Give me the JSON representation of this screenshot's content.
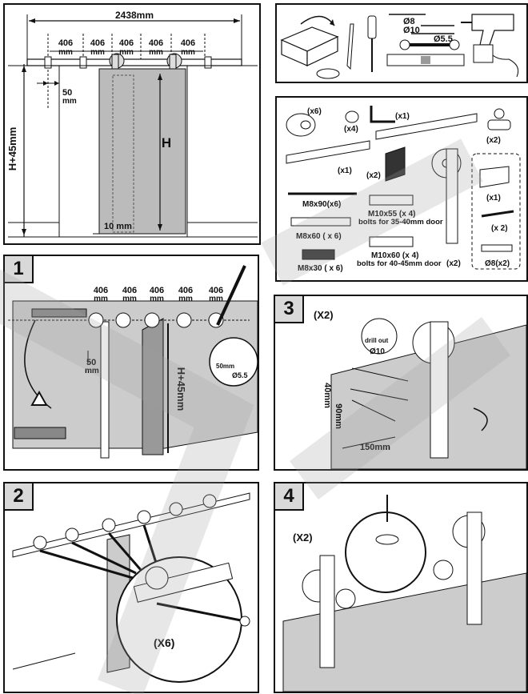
{
  "panel_a": {
    "total_width": "2438mm",
    "spacings": [
      "406",
      "406",
      "406",
      "406",
      "406"
    ],
    "spacing_unit": "mm",
    "offset_top": "50",
    "offset_unit": "mm",
    "height_label": "H+45mm",
    "door_height": "H",
    "floor_gap": "10 mm"
  },
  "tools": {
    "drill_bits": [
      "Ø8",
      "Ø10",
      "Ø5.5"
    ]
  },
  "parts": {
    "stop_qty": "(x6)",
    "spacer_qty": "(x4)",
    "hex_key_qty": "(x1)",
    "floor_guide_qty": "(x2)",
    "rail_qty": "(x1)",
    "end_stop_qty": "(x2)",
    "hanger_qty": "(x2)",
    "guide_box_qty": "(x1)",
    "screw_qty": "(x 2)",
    "anchor_label": "Ø8(x2)",
    "bolt1": "M8x90(x6)",
    "bolt2": "M8x60 ( x 6)",
    "bolt3": "M8x30 ( x 6)",
    "bolt4_line1": "M10x55 (x 4)",
    "bolt4_line2": "bolts  for 35-40mm door",
    "bolt5_line1": "M10x60 (x 4)",
    "bolt5_line2": "bolts  for 40-45mm door"
  },
  "step1": {
    "num": "1",
    "spacings": [
      "406",
      "406",
      "406",
      "406",
      "406"
    ],
    "spacing_unit": "mm",
    "offset": "50",
    "offset_unit": "mm",
    "height_label": "H+45mm",
    "drill_label": "50mm",
    "drill_bit": "Ø5.5"
  },
  "step2": {
    "num": "2",
    "qty": "(X6)"
  },
  "step3": {
    "num": "3",
    "qty": "(X2)",
    "drill_label": "drill out",
    "drill_bit": "Ø10",
    "dim_40": "40mm",
    "dim_90": "90mm",
    "dim_150": "150mm"
  },
  "step4": {
    "num": "4",
    "qty": "(X2)"
  }
}
